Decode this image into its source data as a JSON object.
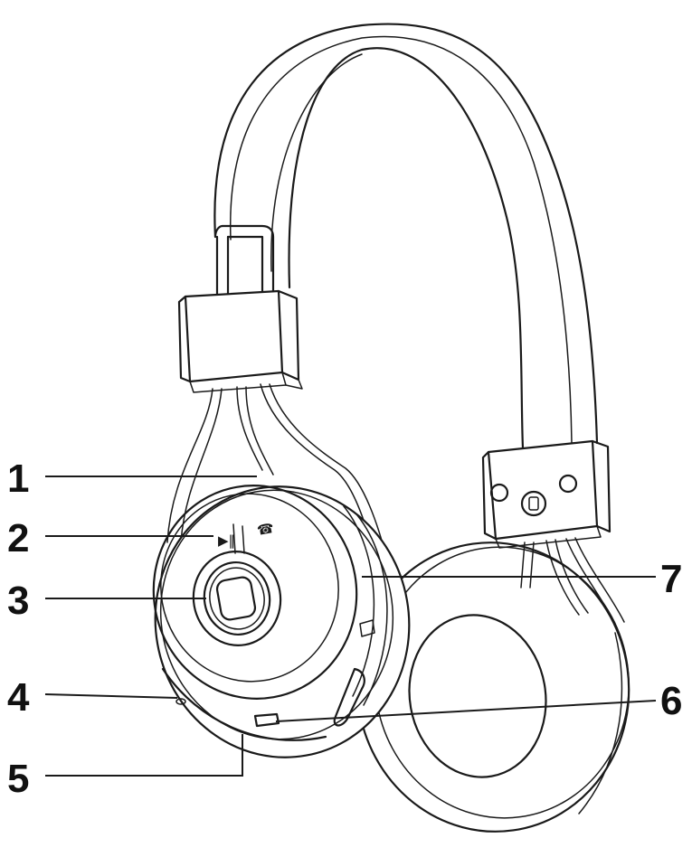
{
  "callouts": [
    {
      "label": "1"
    },
    {
      "label": "2"
    },
    {
      "label": "3"
    },
    {
      "label": "4"
    },
    {
      "label": "5"
    },
    {
      "label": "6"
    },
    {
      "label": "7"
    }
  ],
  "icons": {
    "play_pause": "▶‖",
    "call": "☎"
  },
  "colors": {
    "line": "#1a1a1a",
    "background": "#ffffff"
  }
}
